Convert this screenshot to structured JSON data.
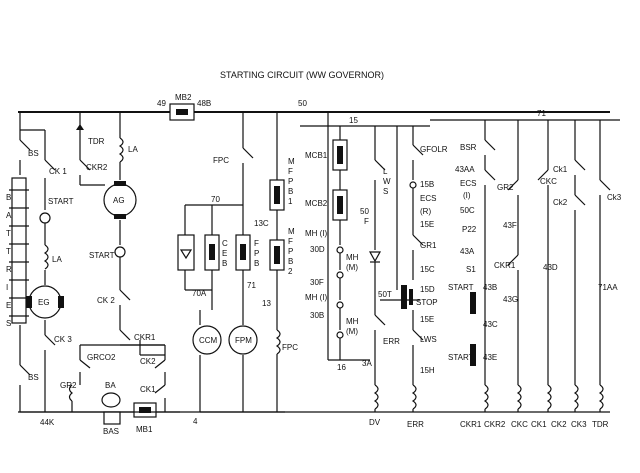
{
  "title": "STARTING CIRCUIT (WW GOVERNOR)",
  "labels": {
    "mb2": "MB2",
    "w49": "49",
    "w48b": "48B",
    "w50": "50",
    "w71": "71",
    "w15": "15",
    "bs_top": "BS",
    "ck1_left": "CK 1",
    "start_left": "START",
    "la_left": "LA",
    "eg": "EG",
    "batteries": [
      "B",
      "A",
      "T",
      "T",
      "R",
      "I",
      "E",
      "S"
    ],
    "ck3": "CK 3",
    "bs_bot": "BS",
    "w44k": "44K",
    "tdr": "TDR",
    "ckr2": "CKR2",
    "la_top": "LA",
    "ag": "AG",
    "start_mid": "START",
    "ck2": "CK 2",
    "ckr1": "CKR1",
    "grco2": "GRCO2",
    "ck2_mid": "CK2",
    "gr2": "GR2",
    "ba": "BA",
    "ck1_mid": "CK1",
    "bas": "BAS",
    "mb1": "MB1",
    "w4": "4",
    "fpc_top": "FPC",
    "w70": "70",
    "ceb": [
      "C",
      "E",
      "B"
    ],
    "w70a": "70A",
    "ccm": "CCM",
    "fpb": [
      "F",
      "P",
      "B"
    ],
    "w71b": "71",
    "fpm": "FPM",
    "mfpb1": [
      "M",
      "F",
      "P",
      "B",
      "1"
    ],
    "w13c": "13C",
    "mfpb2": [
      "M",
      "F",
      "P",
      "B",
      "2"
    ],
    "w13": "13",
    "fpc_bot": "FPC",
    "mcb1": "MCB1",
    "mcb2": "MCB2",
    "mh1": "MH (I)",
    "w30d": "30D",
    "mh_m1": "MH",
    "mh_m1b": "(M)",
    "w30f": "30F",
    "mh2": "MH (I)",
    "w30b": "30B",
    "mh_m2": "MH",
    "mh_m2b": "(M)",
    "w16": "16",
    "lws_top": [
      "L",
      "W",
      "S"
    ],
    "w50f": [
      "50",
      "F"
    ],
    "w50t": "50T",
    "stop": "STOP",
    "err_mid": "ERR",
    "w3a": "3A",
    "dv": "DV",
    "err_bot": "ERR",
    "gfolr": "GFOLR",
    "w15b": "15B",
    "ecs": "ECS",
    "ecs_r": "(R)",
    "w15e_top": "15E",
    "gr1": "GR1",
    "w15c": "15C",
    "w15d": "15D",
    "w15e": "15E",
    "lws": "LWS",
    "w15h": "15H",
    "bsr": "BSR",
    "w43aa": "43AA",
    "ecs2": "ECS",
    "ecs2_i": "(I)",
    "w50c": "50C",
    "p22": "P22",
    "w43a": "43A",
    "s1": "S1",
    "start_r1": "START",
    "w43b": "43B",
    "w43c": "43C",
    "start_r2": "START",
    "w43e": "43E",
    "gr2_r": "GR2",
    "w43f": "43F",
    "ckr1_r": "CKR1",
    "w43g": "43G",
    "ckc": "CKC",
    "w43d": "43D",
    "ck1_r": "Ck1",
    "ck2_r": "Ck2",
    "ck3_r": "Ck3",
    "w71aa": "71AA",
    "bottom": [
      "CKR1",
      "CKR2",
      "CKC",
      "CK1",
      "CK2",
      "CK3",
      "TDR"
    ]
  }
}
